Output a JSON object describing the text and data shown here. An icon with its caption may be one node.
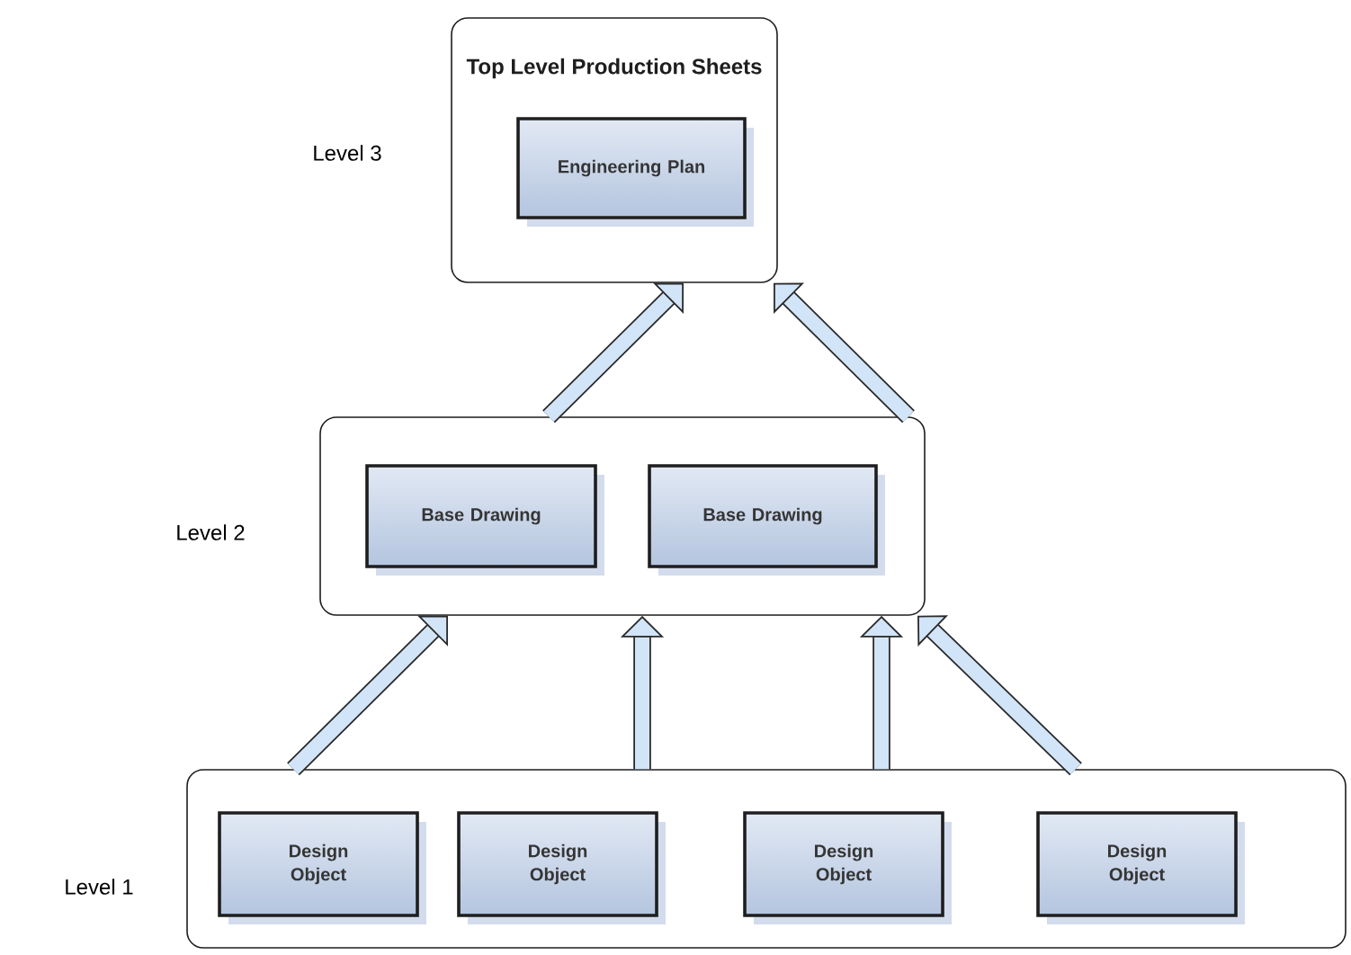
{
  "diagram": {
    "nodes": [
      {
        "text": [
          "Top Level Production Sheets"
        ],
        "beside": [
          "Level 3"
        ]
      },
      {
        "text": [
          "Engineering Plan"
        ],
        "in": 0
      },
      {
        "text": [],
        "shape": "box",
        "beside": [
          "Level 2"
        ]
      },
      {
        "text": [
          "Base Drawing"
        ],
        "in": 2
      },
      {
        "text": [
          "Base Drawing"
        ],
        "in": 2
      },
      {
        "text": [],
        "shape": "box",
        "beside": [
          "Level 1"
        ]
      },
      {
        "text": [
          "Design Object"
        ],
        "in": 5
      },
      {
        "text": [
          "Design Object"
        ],
        "in": 5
      },
      {
        "text": [
          "Design Object"
        ],
        "in": 5
      },
      {
        "text": [
          "Design Object"
        ],
        "in": 5
      }
    ],
    "edges": [
      {
        "from": 2,
        "to": 0,
        "arrow": "to"
      },
      {
        "from": 2,
        "to": 0,
        "arrow": "to"
      },
      {
        "from": 5,
        "to": 2,
        "arrow": "to"
      },
      {
        "from": 5,
        "to": 2,
        "arrow": "to"
      },
      {
        "from": 5,
        "to": 2,
        "arrow": "to"
      },
      {
        "from": 5,
        "to": 2,
        "arrow": "to"
      }
    ]
  }
}
